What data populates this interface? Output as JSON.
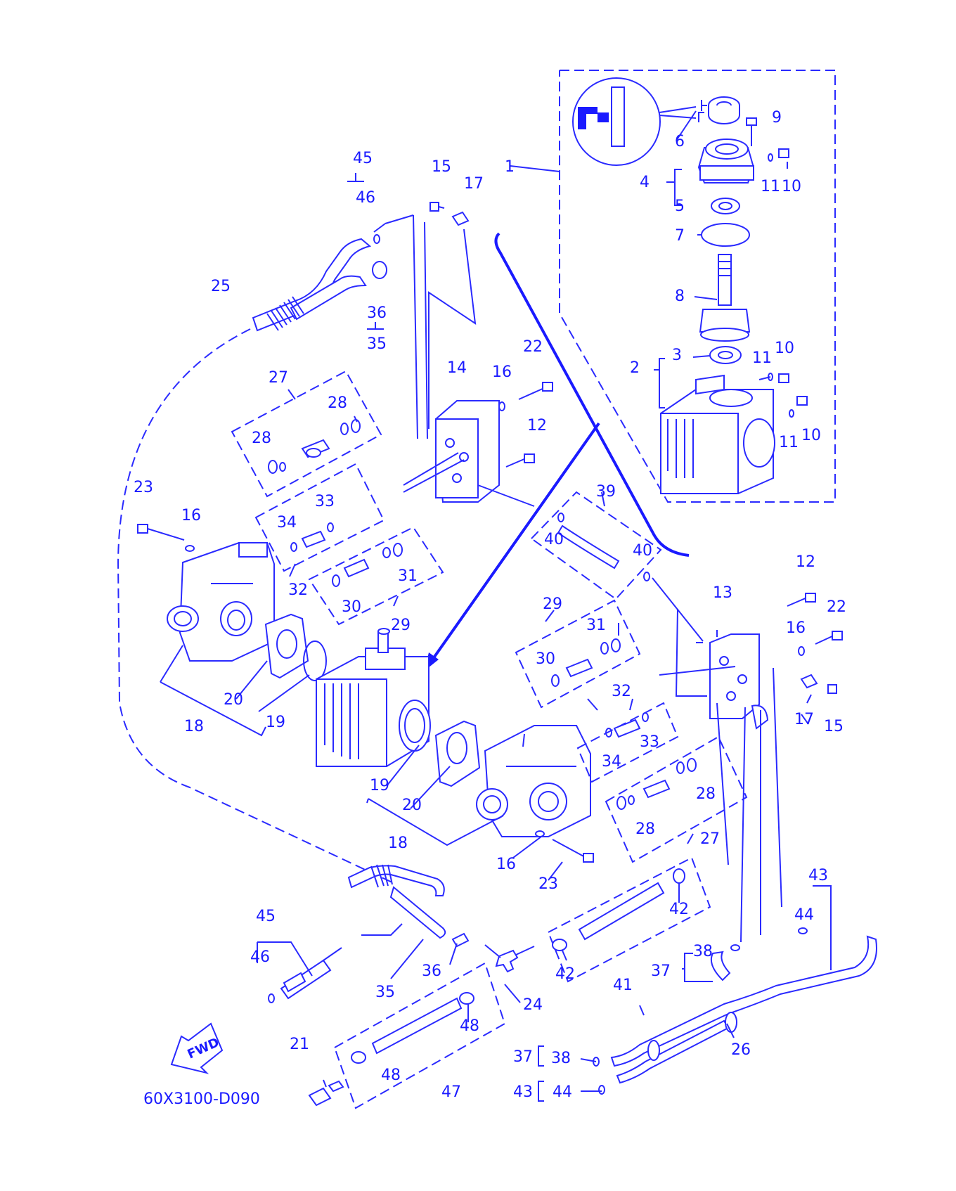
{
  "diagram_code": "60X3100-D090",
  "fwd_label": "FWD",
  "colors": {
    "ink": "#1a1aff",
    "background": "#ffffff"
  },
  "icons": [
    "fwd-arrow-icon",
    "apply-grease-icon"
  ],
  "callouts": {
    "c1": "1",
    "c2": "2",
    "c3": "3",
    "c4": "4",
    "c5": "5",
    "c6": "6",
    "c7": "7",
    "c8": "8",
    "c9": "9",
    "c10a": "10",
    "c10b": "10",
    "c10c": "10",
    "c11a": "11",
    "c11b": "11",
    "c11c": "11",
    "c12a": "12",
    "c12b": "12",
    "c13": "13",
    "c14": "14",
    "c15a": "15",
    "c15b": "15",
    "c16a": "16",
    "c16b": "16",
    "c16c": "16",
    "c16d": "16",
    "c17a": "17",
    "c17b": "17",
    "c18a": "18",
    "c18b": "18",
    "c19a": "19",
    "c19b": "19",
    "c20a": "20",
    "c20b": "20",
    "c21": "21",
    "c22a": "22",
    "c22b": "22",
    "c23a": "23",
    "c23b": "23",
    "c24": "24",
    "c25": "25",
    "c26": "26",
    "c27a": "27",
    "c27b": "27",
    "c28a": "28",
    "c28b": "28",
    "c28c": "28",
    "c28d": "28",
    "c29a": "29",
    "c29b": "29",
    "c30a": "30",
    "c30b": "30",
    "c31a": "31",
    "c31b": "31",
    "c32a": "32",
    "c32b": "32",
    "c33a": "33",
    "c33b": "33",
    "c34a": "34",
    "c34b": "34",
    "c35a": "35",
    "c35b": "35",
    "c36a": "36",
    "c36b": "36",
    "c37a": "37",
    "c37b": "37",
    "c38a": "38",
    "c38b": "38",
    "c39": "39",
    "c40a": "40",
    "c40b": "40",
    "c41": "41",
    "c42a": "42",
    "c42b": "42",
    "c43a": "43",
    "c43b": "43",
    "c44a": "44",
    "c44b": "44",
    "c45a": "45",
    "c45b": "45",
    "c46a": "46",
    "c46b": "46",
    "c47": "47",
    "c48a": "48",
    "c48b": "48"
  }
}
